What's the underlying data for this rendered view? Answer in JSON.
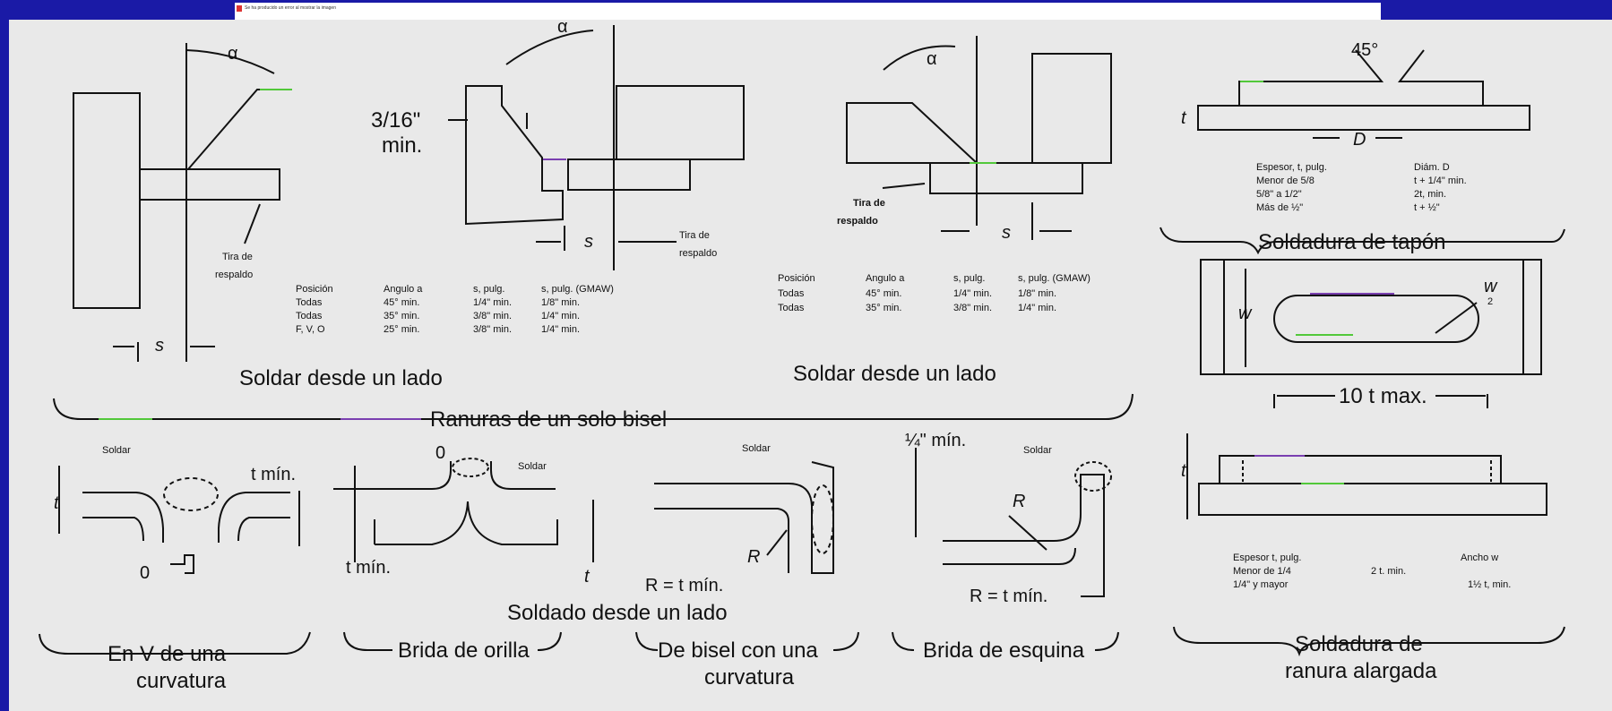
{
  "window": {
    "title": "Se ha producido un error al mostrar la imagen"
  },
  "colors": {
    "background": "#1a1aa6",
    "paper": "#e9e9e9",
    "ink": "#111111",
    "green_mark": "#52c83a",
    "purple_mark": "#7a3fb0"
  },
  "single_bevel": {
    "symbols": {
      "alpha": "α",
      "s": "s"
    },
    "left": {
      "min_note_value": "3/16\"",
      "min_note_unit": "min.",
      "backing_strip": [
        "Tira de",
        "respaldo"
      ],
      "table": {
        "headers": [
          "Posición",
          "Angulo a",
          "s, pulg.",
          "s, pulg. (GMAW)"
        ],
        "rows": [
          [
            "Todas",
            "45° min.",
            "1/4\" min.",
            "1/8\" min."
          ],
          [
            "Todas",
            "35° min.",
            "3/8\" min.",
            "1/4\" min."
          ],
          [
            "F, V, O",
            "25° min.",
            "3/8\" min.",
            "1/4\" min."
          ]
        ]
      },
      "caption": "Soldar desde un lado"
    },
    "middle": {
      "backing_strip": [
        "Tira de",
        "respaldo"
      ],
      "table": {
        "headers": [
          "Posición",
          "Angulo a",
          "s, pulg.",
          "s, pulg. (GMAW)"
        ],
        "rows": [
          [
            "Todas",
            "45° min.",
            "1/4\" min.",
            "1/8\" min."
          ],
          [
            "Todas",
            "35° min.",
            "3/8\" min.",
            "1/4\" min."
          ]
        ]
      },
      "caption": "Soldar desde un lado"
    },
    "group_caption": "Ranuras de un solo bisel"
  },
  "plug_weld": {
    "angle": "45°",
    "symbols": {
      "t": "t",
      "d": "D"
    },
    "table": {
      "headers": [
        "Espesor, t, pulg.",
        "Diám. D"
      ],
      "rows": [
        [
          "Menor de 5/8",
          "t + 1/4\" min."
        ],
        [
          "5/8\" a 1/2\"",
          "2t, min."
        ],
        [
          "Más de ½\"",
          "t + ½\""
        ]
      ]
    },
    "caption": "Soldadura de tapón"
  },
  "slot_weld": {
    "symbols": {
      "w": "w",
      "w_over_2": "w",
      "half": "2",
      "t": "t"
    },
    "dimension": "10 t max.",
    "table": {
      "headers": [
        "Espesor t, pulg.",
        "Ancho w"
      ],
      "rows": [
        [
          "Menor de 1/4",
          "2 t. min."
        ],
        [
          "1/4\" y mayor",
          "1½ t, min."
        ]
      ]
    },
    "caption": [
      "Soldadura de",
      "ranura alargada"
    ]
  },
  "curvature": {
    "labels": {
      "weld": "Soldar",
      "t_min": "t mín.",
      "t": "t",
      "r": "R",
      "r_eq": "R = t mín.",
      "zero": "0",
      "quarter_min": "¼\" mín."
    },
    "center_caption": "Soldado desde un lado",
    "captions": {
      "v_curve": [
        "En V de una",
        "curvatura"
      ],
      "edge_flange": "Brida de orilla",
      "bevel_curve": [
        "De bisel con una",
        "curvatura"
      ],
      "corner_flange": "Brida de esquina"
    }
  }
}
